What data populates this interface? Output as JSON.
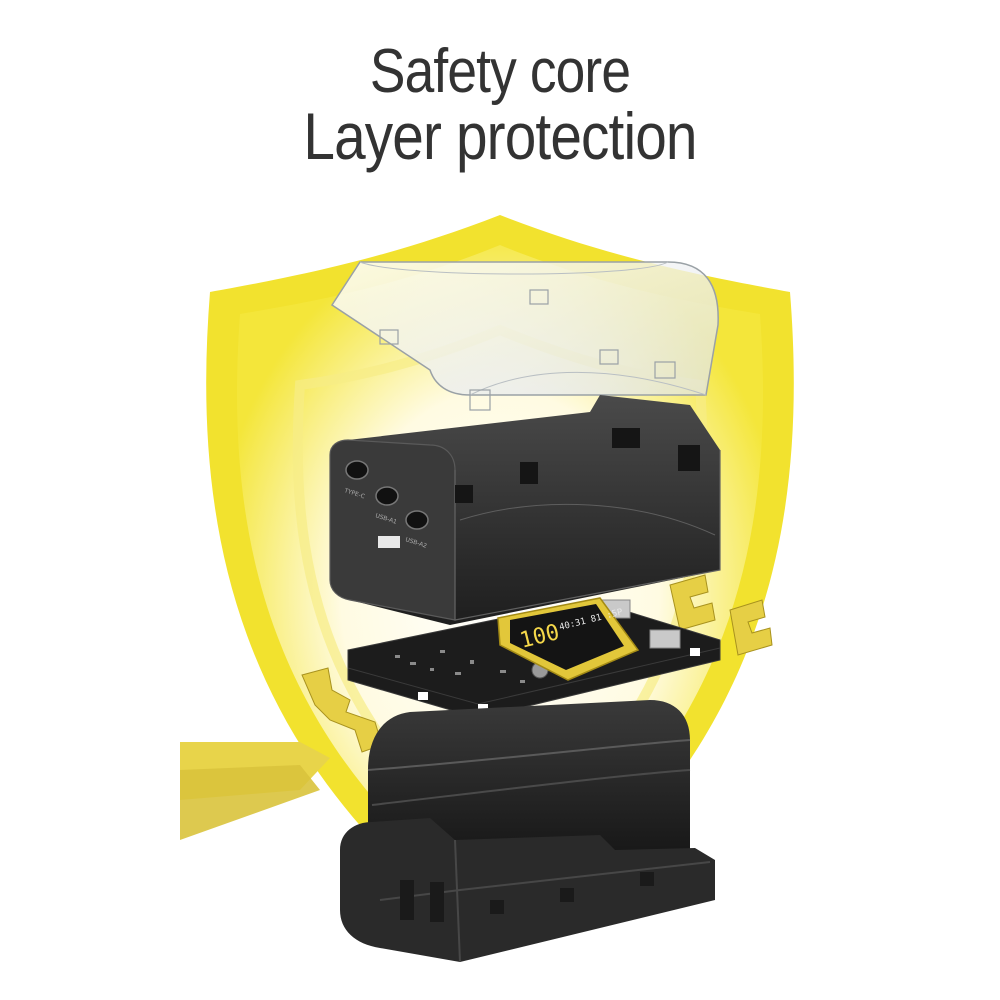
{
  "heading": {
    "line1": "Safety core",
    "line2": "Layer protection"
  },
  "display": {
    "percent": "100",
    "readout": "40:31 81 :5P"
  },
  "port_labels": [
    "TYPE-C",
    "USB-A1",
    "USB-A2"
  ],
  "colors": {
    "shield_yellow": "#f2e22e",
    "shield_glow": "#fffbe0",
    "title": "#333333",
    "shell_dark": "#2b2b2b",
    "pcb": "#1c1c1c",
    "accent_yellow": "#e2c73a"
  }
}
